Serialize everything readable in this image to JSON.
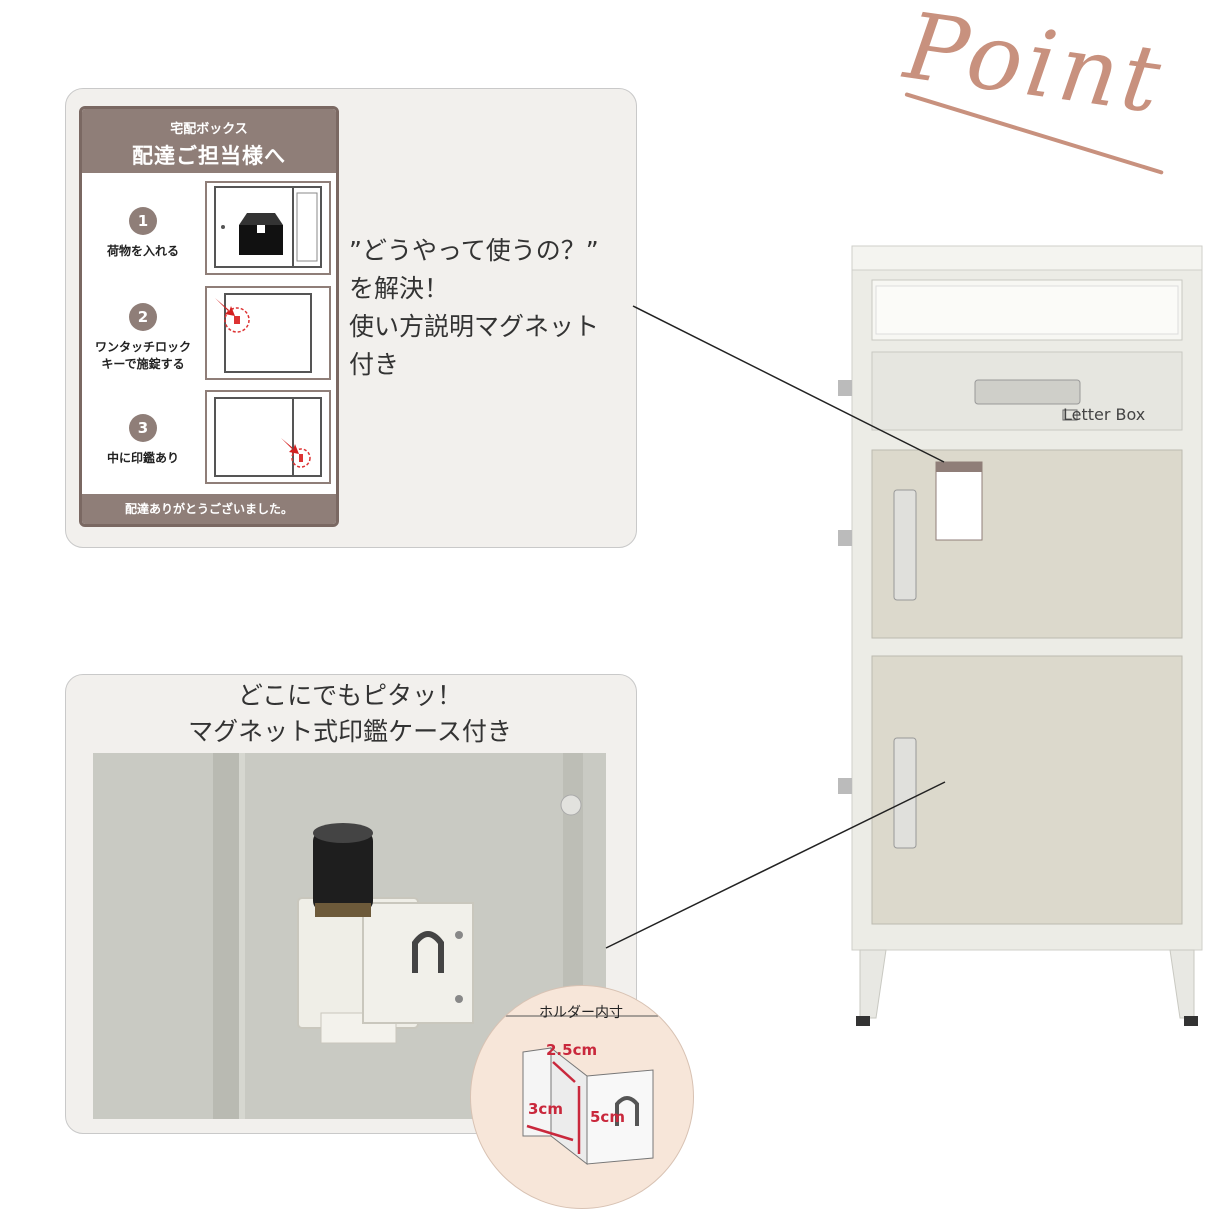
{
  "logo": {
    "text": "Point"
  },
  "magnet_sticker": {
    "subtitle": "宅配ボックス",
    "title": "配達ご担当様へ",
    "steps": [
      {
        "number": "1",
        "label_lines": [
          "荷物を入れる"
        ]
      },
      {
        "number": "2",
        "label_lines": [
          "ワンタッチロック",
          "キーで施錠する"
        ]
      },
      {
        "number": "3",
        "label_lines": [
          "中に印鑑あり"
        ]
      }
    ],
    "footer": "配達ありがとうございました。"
  },
  "caption1": {
    "lines": [
      "”どうやって使うの？”",
      "を解決！",
      "使い方説明マグネット",
      "付き"
    ]
  },
  "caption2": {
    "lines": [
      "どこにでもピタッ！",
      "マグネット式印鑑ケース付き"
    ]
  },
  "inset": {
    "title": "ホルダー内寸",
    "dimensions": [
      "2.5cm",
      "3cm",
      "5cm"
    ]
  },
  "product": {
    "letter_box_label": "Letter Box"
  },
  "colors": {
    "accent": "#c8917e",
    "sticker_brown": "#8f7e78",
    "panel_bg": "#f2f0ed",
    "dimension_red": "#c9283c"
  }
}
